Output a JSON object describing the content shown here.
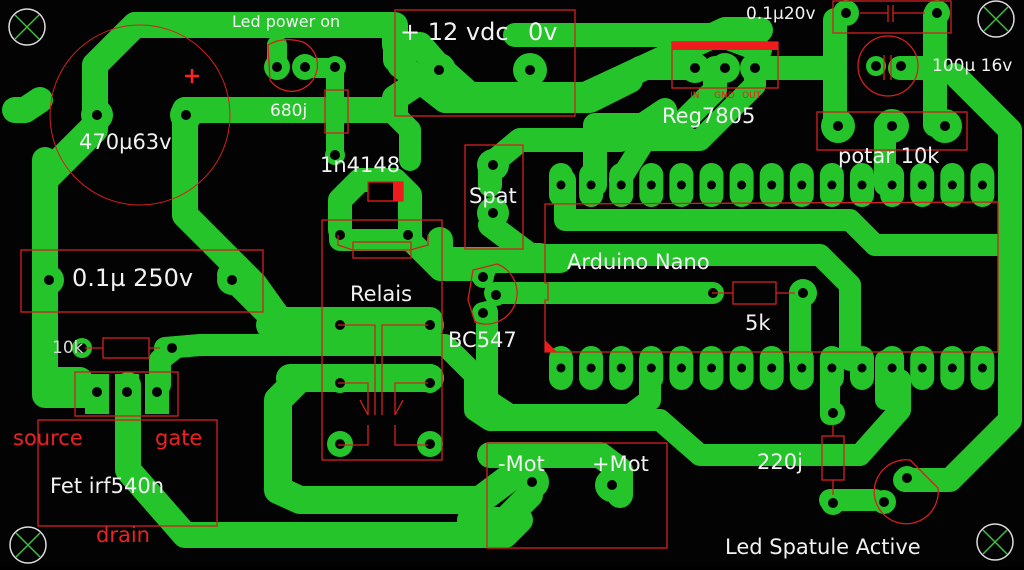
{
  "board": {
    "colors": {
      "background": "#030303",
      "copper": "#25c42a",
      "silkscreen_outline": "#d42020",
      "label_text": "#f2f2f2",
      "pin_label_text": "#ee2020",
      "mounting_hole_ring": "#dddddd",
      "mounting_hole_cross": "#3fbf3f"
    },
    "mounting_holes": [
      {
        "name": "top-left",
        "icon": "mounting-hole-icon"
      },
      {
        "name": "top-right",
        "icon": "mounting-hole-icon"
      },
      {
        "name": "bottom-left",
        "icon": "mounting-hole-icon"
      },
      {
        "name": "bottom-right",
        "icon": "mounting-hole-icon"
      }
    ],
    "components": {
      "cap_470": {
        "label": "470µ63v",
        "polarity": "+"
      },
      "led_power": {
        "label": "Led power on"
      },
      "r_680": {
        "label": "680j"
      },
      "power_in": {
        "label_plus": "+ 12 vdc",
        "label_zero": "0v"
      },
      "regulator": {
        "label": "Reg7805",
        "pins": [
          "IN",
          "GND",
          "OUT"
        ]
      },
      "cap_01_20v": {
        "label": "0.1µ20v"
      },
      "cap_100": {
        "label": "100µ 16v",
        "polarity": "+"
      },
      "potentiometer": {
        "label": "potar 10k"
      },
      "diode": {
        "label": "1n4148"
      },
      "spat": {
        "label": "Spat"
      },
      "arduino": {
        "label": "Arduino Nano",
        "pins_per_row": 15
      },
      "cap_01_250v": {
        "label": "0.1µ 250v"
      },
      "relay": {
        "label": "Relais"
      },
      "transistor": {
        "label": "BC547"
      },
      "r_5k": {
        "label": "5k"
      },
      "r_10k": {
        "label": "10k"
      },
      "fet": {
        "label": "Fet irf540n",
        "pin_source": "source",
        "pin_gate": "gate",
        "pin_drain": "drain"
      },
      "motor": {
        "label_minus": "-Mot",
        "label_plus": "+Mot"
      },
      "r_220": {
        "label": "220j"
      },
      "led_spatule": {
        "label": "Led Spatule Active"
      }
    }
  }
}
